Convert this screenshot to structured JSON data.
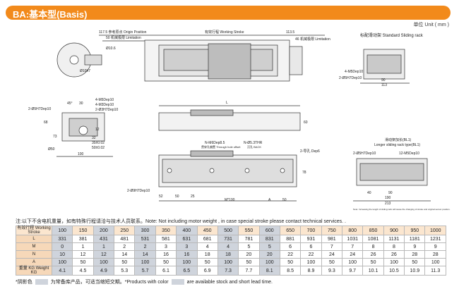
{
  "header": {
    "title": "BA:基本型(Basis)",
    "unit": "单位 Unit ( mm )"
  },
  "drawing": {
    "ref_position": "117.5 参考原点 Origin Position",
    "limit_left": "50 机械极限 Limitation",
    "working_stroke": "有效行程 Working Stroke",
    "dim_113_5": "113.5",
    "limit_right": "46 机械极限 Limitation",
    "std_rack": "标配滑动架 Standard Sliding rack",
    "d_10_6": "Ø10.6",
    "d_10h7": "Ø10h7",
    "d_5h7": "2-Ø5H7Dep10",
    "m5dep10": "4-M5Dep10",
    "m3dep10": "4-M3Dep10",
    "d_3h7": "2-Ø3H7Dep10",
    "d_50": "Ø50",
    "d_12": "12",
    "d_32": "32",
    "d_35": "35±0.02",
    "d_50b": "50±0.02",
    "d_100": "100",
    "d_68": "68",
    "d_73": "73",
    "d_45": "45°",
    "d_30": "30",
    "d_L": "L",
    "d_60": "60",
    "m6dep": "N-M6Dep8.5",
    "m6dep_cn": "贯穿孔偏置 Through hole offset",
    "d_5h7b": "N-Ø5.3THR",
    "d_5h7b_cn": "沉孔 BACK",
    "slot": "2-导孔 Dep6",
    "d_9h7": "2-Ø9H7Dep10",
    "d_52": "52",
    "d_50c": "50",
    "d_25": "25",
    "m100": "M*100",
    "d_A": "A",
    "d_50d": "50",
    "d_78": "78",
    "d_4m5": "4-M5Dep10",
    "d_5h7c": "2-Ø5H7Dep10",
    "d_90": "90",
    "d_113": "113",
    "long_rack": "滑动架加长(BL1)",
    "long_rack_en": "Longer sliding rack type(BL1)",
    "d_5h7d": "2-Ø5H7Dep10",
    "m5dep10b": "12-M5Dep10",
    "d_40": "40",
    "d_90b": "90",
    "d_190": "190",
    "d_213": "213",
    "note_len": "Note: Increasing the length of sliding rack will cause the changing of stroke and original sensor position."
  },
  "note": "注:以下不含电机重量，如有特殊行程请洽与技术人员联系。Note: Not including motor weight , in case special stroke please contact technical services. .",
  "table": {
    "headers": [
      "有效行程 Working Stroke",
      "L",
      "M",
      "N",
      "A",
      "重量 KG Weight KG"
    ],
    "strokes": [
      "100",
      "150",
      "200",
      "250",
      "300",
      "350",
      "400",
      "450",
      "500",
      "550",
      "600",
      "650",
      "700",
      "750",
      "800",
      "850",
      "900",
      "950",
      "1000"
    ],
    "L": [
      "331",
      "381",
      "431",
      "481",
      "531",
      "581",
      "631",
      "681",
      "731",
      "781",
      "831",
      "881",
      "931",
      "981",
      "1031",
      "1081",
      "1131",
      "1181",
      "1231"
    ],
    "M": [
      "0",
      "1",
      "1",
      "2",
      "2",
      "3",
      "3",
      "4",
      "4",
      "5",
      "5",
      "6",
      "6",
      "7",
      "7",
      "8",
      "8",
      "9",
      "9"
    ],
    "N": [
      "10",
      "12",
      "12",
      "14",
      "14",
      "16",
      "16",
      "18",
      "18",
      "20",
      "20",
      "22",
      "22",
      "24",
      "24",
      "26",
      "26",
      "28",
      "28"
    ],
    "A": [
      "100",
      "50",
      "100",
      "50",
      "100",
      "50",
      "100",
      "50",
      "100",
      "50",
      "100",
      "50",
      "100",
      "50",
      "100",
      "50",
      "100",
      "50",
      "100"
    ],
    "W": [
      "4.1",
      "4.5",
      "4.9",
      "5.3",
      "5.7",
      "6.1",
      "6.5",
      "6.9",
      "7.3",
      "7.7",
      "8.1",
      "8.5",
      "8.9",
      "9.3",
      "9.7",
      "10.1",
      "10.5",
      "10.9",
      "11.3"
    ],
    "highlight": [
      "100",
      "200",
      "300",
      "400",
      "500",
      "600"
    ]
  },
  "footer": {
    "pre": "*阴影色",
    "post": "为常备库产品，可适当缩短交期。*Products with color",
    "end": "are available stock  and short lead time."
  },
  "colors": {
    "accent": "#f28a1b",
    "header_bg": "#f6d8b9",
    "highlight": "#cfd4dc"
  }
}
